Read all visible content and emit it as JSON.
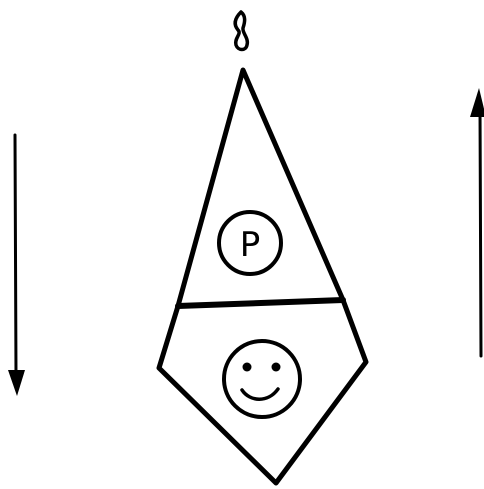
{
  "diagram": {
    "upper_circle_letter": "P",
    "left_arrow_direction": "down",
    "right_arrow_direction": "up",
    "flame_icon": "flame-icon",
    "smiley_icon": "smiley-face-icon",
    "colors": {
      "ink": "#000000",
      "background": "#ffffff"
    }
  }
}
